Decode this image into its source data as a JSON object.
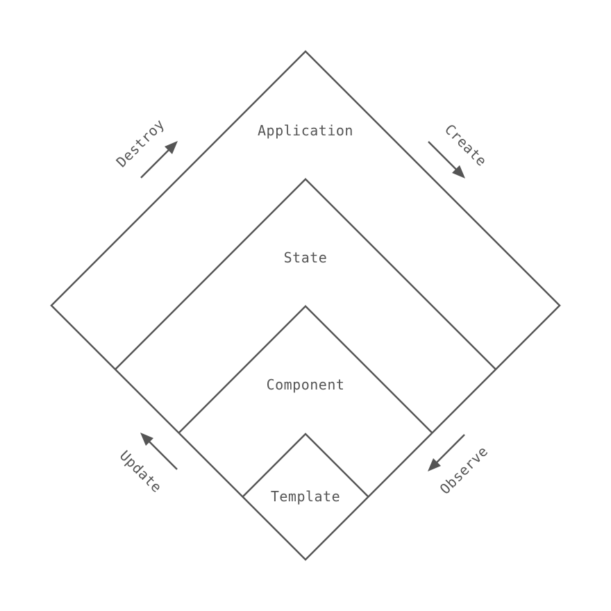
{
  "layers": [
    {
      "label": "Application"
    },
    {
      "label": "State"
    },
    {
      "label": "Component"
    },
    {
      "label": "Template"
    }
  ],
  "arrows": {
    "destroy": "Destroy",
    "create": "Create",
    "update": "Update",
    "observe": "Observe"
  }
}
